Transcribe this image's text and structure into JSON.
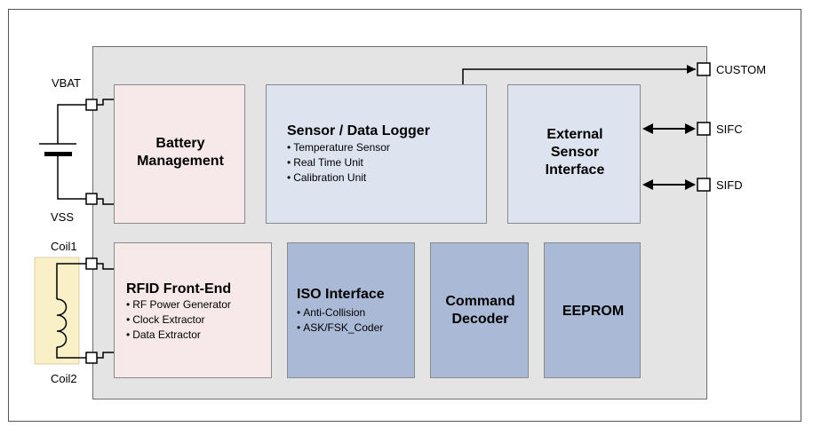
{
  "pins": {
    "vbat": "VBAT",
    "vss": "VSS",
    "coil1": "Coil1",
    "coil2": "Coil2",
    "custom": "CUSTOM",
    "sifc": "SIFC",
    "sifd": "SIFD"
  },
  "blocks": {
    "battery": {
      "title_line1": "Battery",
      "title_line2": "Management"
    },
    "sensor": {
      "title": "Sensor / Data Logger",
      "items": [
        "Temperature Sensor",
        "Real Time Unit",
        "Calibration Unit"
      ]
    },
    "external": {
      "title_line1": "External",
      "title_line2": "Sensor",
      "title_line3": "Interface"
    },
    "rfid": {
      "title": "RFID Front-End",
      "items": [
        "RF Power Generator",
        "Clock Extractor",
        "Data Extractor"
      ]
    },
    "iso": {
      "title": "ISO Interface",
      "items": [
        "Anti-Collision",
        "ASK/FSK_Coder"
      ]
    },
    "command": {
      "title_line1": "Command",
      "title_line2": "Decoder"
    },
    "eeprom": {
      "title": "EEPROM"
    }
  },
  "colors": {
    "chip_bg": "#e4e4e4",
    "pink_block": "#f7e9e9",
    "light_blue_block": "#dde3ef",
    "dark_blue_block": "#aab9d6",
    "coil_bg": "#faf0c8"
  }
}
